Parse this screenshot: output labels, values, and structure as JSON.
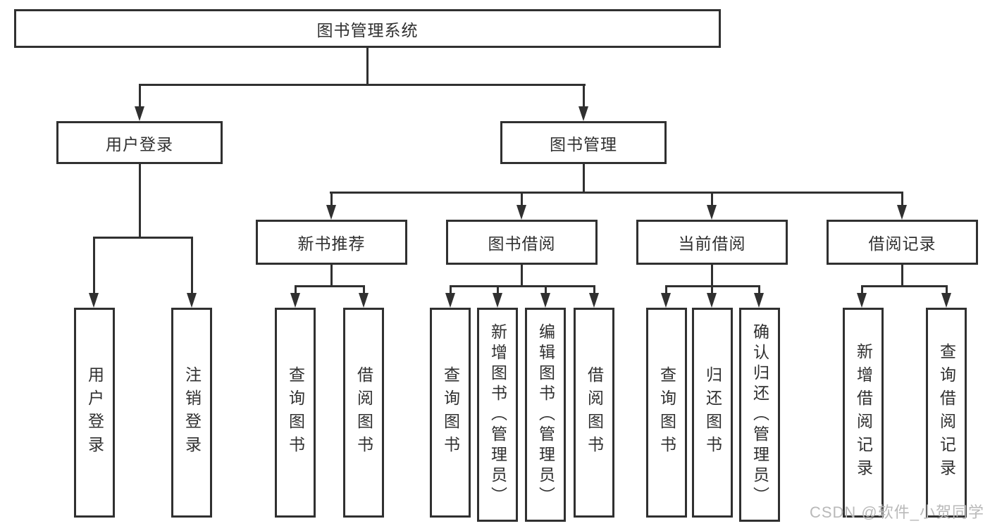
{
  "page": {
    "background": "#ffffff",
    "line_color": "#303030",
    "text_color": "#303030",
    "watermark": {
      "text": "CSDN @软件_小贺同学",
      "color": "#b9b9b9"
    }
  },
  "tree": {
    "root": {
      "label": "图书管理系统"
    },
    "branches": [
      {
        "label": "用户登录",
        "leaves": [
          {
            "label": "用户登录"
          },
          {
            "label": "注销登录"
          }
        ]
      },
      {
        "label": "图书管理",
        "groups": [
          {
            "label": "新书推荐",
            "leaves": [
              {
                "label": "查询图书"
              },
              {
                "label": "借阅图书"
              }
            ]
          },
          {
            "label": "图书借阅",
            "leaves": [
              {
                "label": "查询图书"
              },
              {
                "label": "新增图书（管理员）"
              },
              {
                "label": "编辑图书（管理员）"
              },
              {
                "label": "借阅图书"
              }
            ]
          },
          {
            "label": "当前借阅",
            "leaves": [
              {
                "label": "查询图书"
              },
              {
                "label": "归还图书"
              },
              {
                "label": "确认归还（管理员）"
              }
            ]
          },
          {
            "label": "借阅记录",
            "leaves": [
              {
                "label": "新增借阅记录"
              },
              {
                "label": "查询借阅记录"
              }
            ]
          }
        ]
      }
    ]
  }
}
